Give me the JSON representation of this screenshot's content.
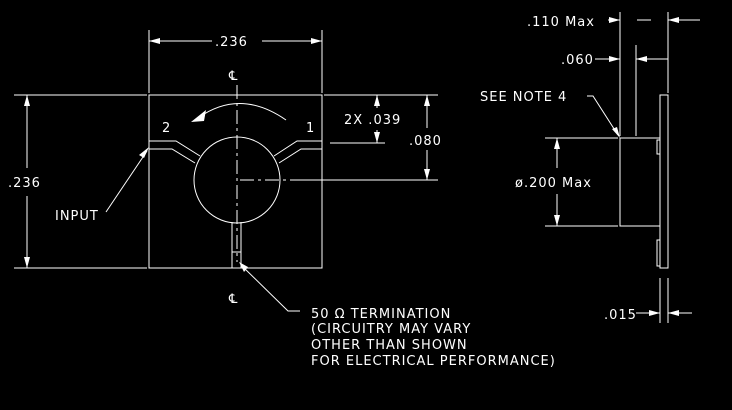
{
  "colors": {
    "background": "#000000",
    "line": "#ffffff"
  },
  "top_view": {
    "width_dim": ".236",
    "height_dim": ".236",
    "offset_dim": "2X .039",
    "center_dim": ".080",
    "port_1": "1",
    "port_2": "2",
    "input_label": "INPUT",
    "centerline_symbol": "℄"
  },
  "termination_note": [
    "50 Ω TERMINATION",
    "(CIRCUITRY MAY VARY",
    "OTHER THAN SHOWN",
    "FOR ELECTRICAL PERFORMANCE)"
  ],
  "side_view": {
    "overall_dim": ".110 Max",
    "step_dim": ".060",
    "see_note": "SEE NOTE 4",
    "diameter_dim": "ø.200 Max",
    "thickness_dim": ".015"
  }
}
